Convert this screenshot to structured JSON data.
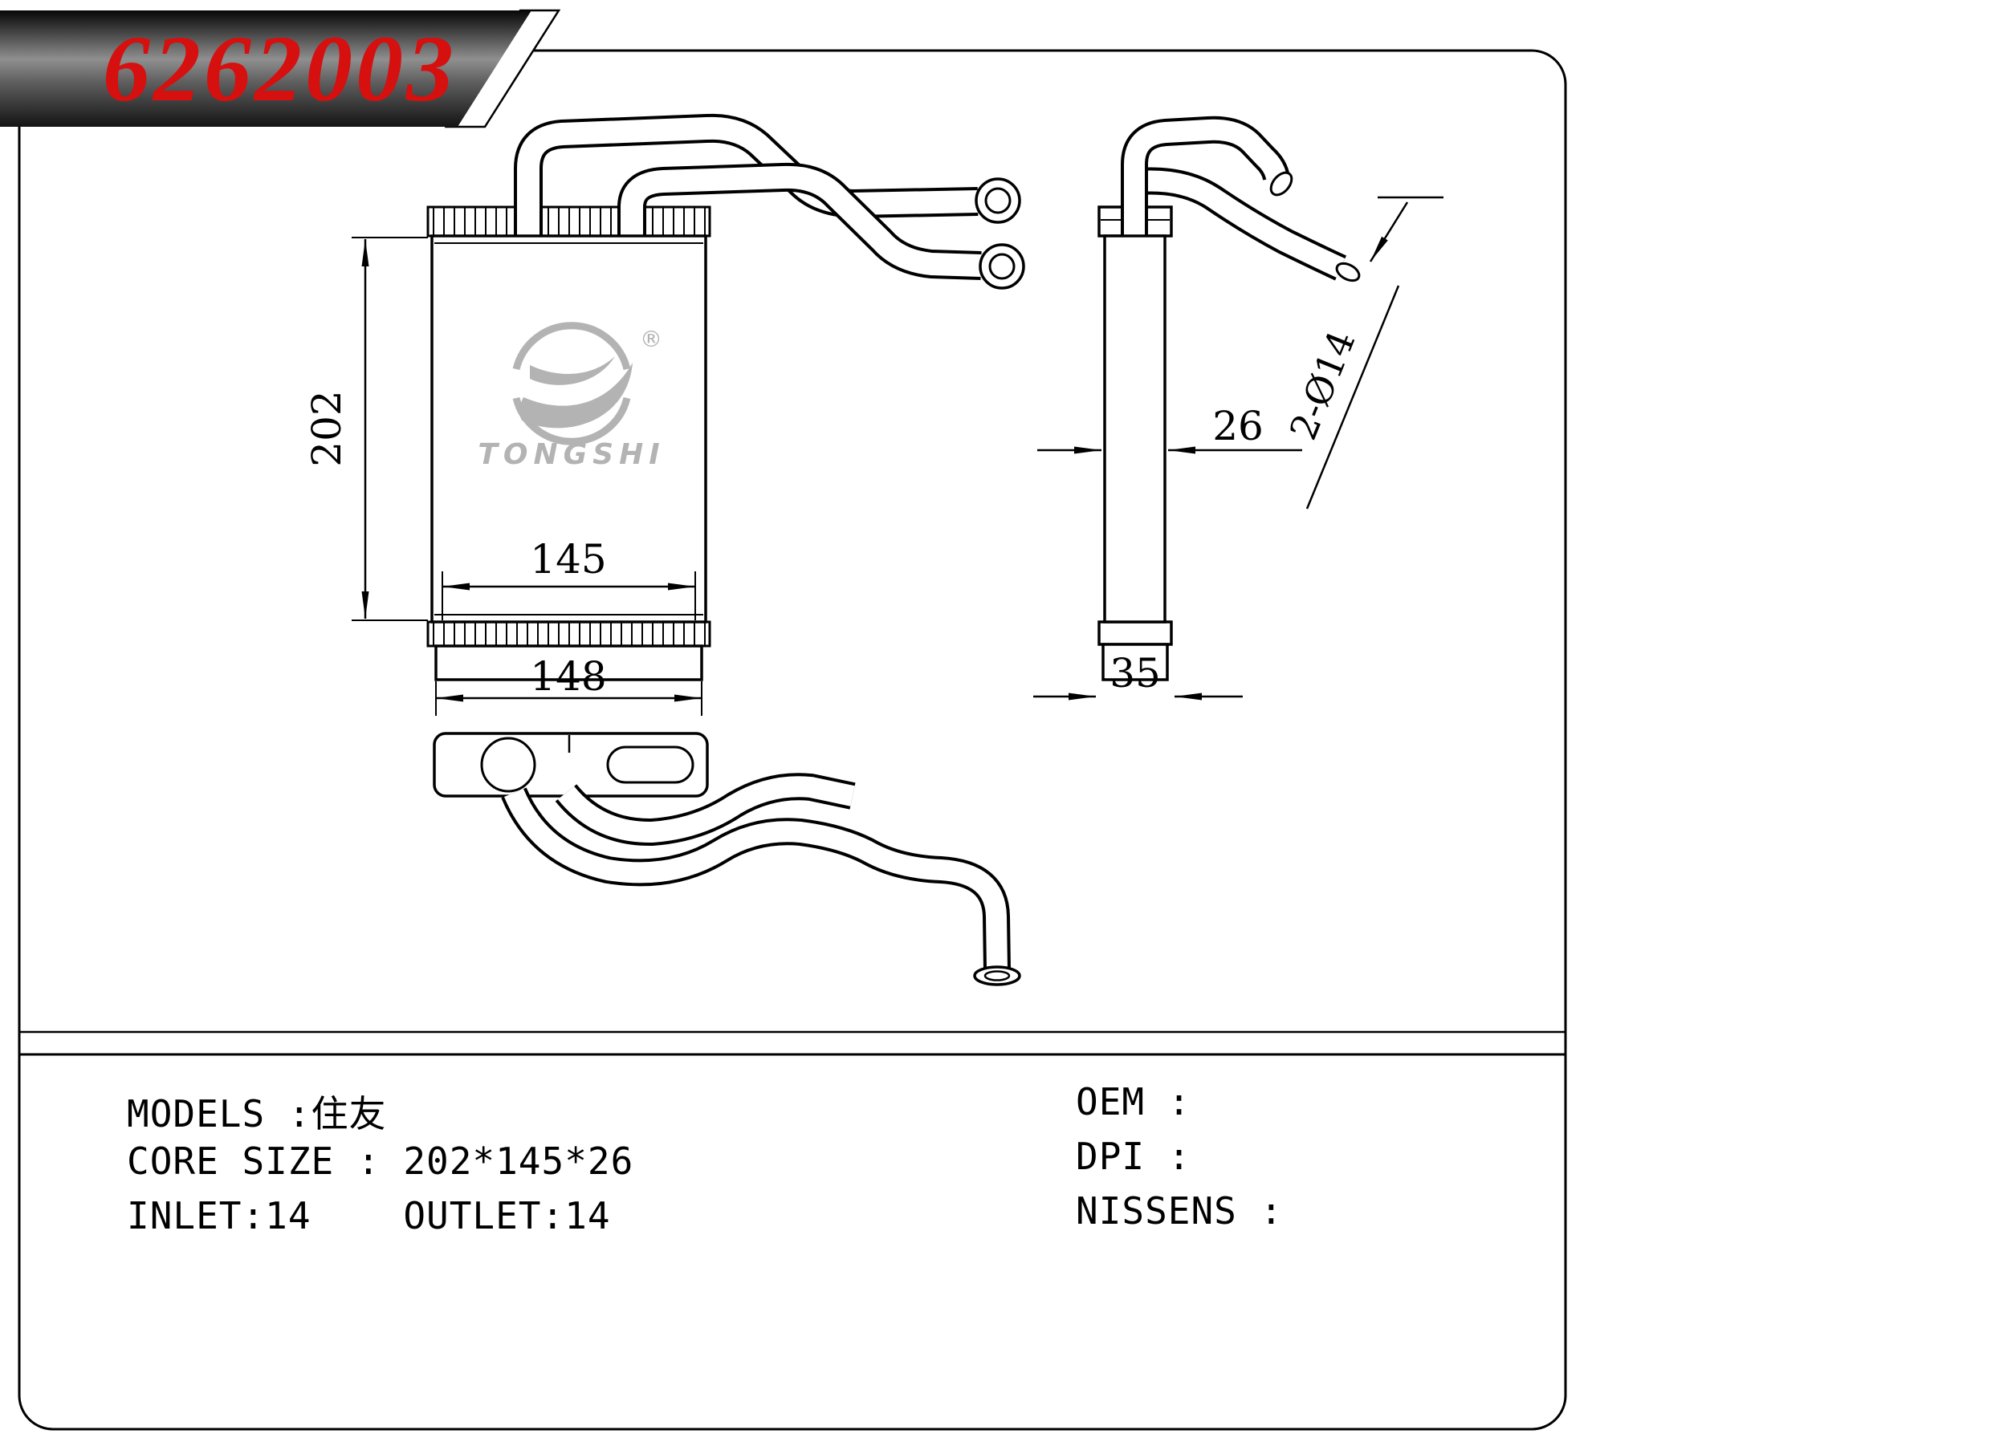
{
  "banner": {
    "part_number": "6262003",
    "text_color": "#d60f0f"
  },
  "drawing": {
    "dimensions": {
      "core_height": "202",
      "core_width": "145",
      "overall_width": "148",
      "core_depth": "26",
      "tank_depth": "35",
      "pipe_note": "2-Ø14"
    },
    "logo": {
      "brand": "TONGSHI",
      "registered_mark": "®"
    }
  },
  "specs": {
    "models_line": "MODELS :住友",
    "core_size_line": "CORE SIZE : 202*145*26",
    "inlet_outlet_line": "INLET:14    OUTLET:14",
    "oem_line": "OEM :",
    "dpi_line": "DPI :",
    "nissens_line": "NISSENS :"
  }
}
